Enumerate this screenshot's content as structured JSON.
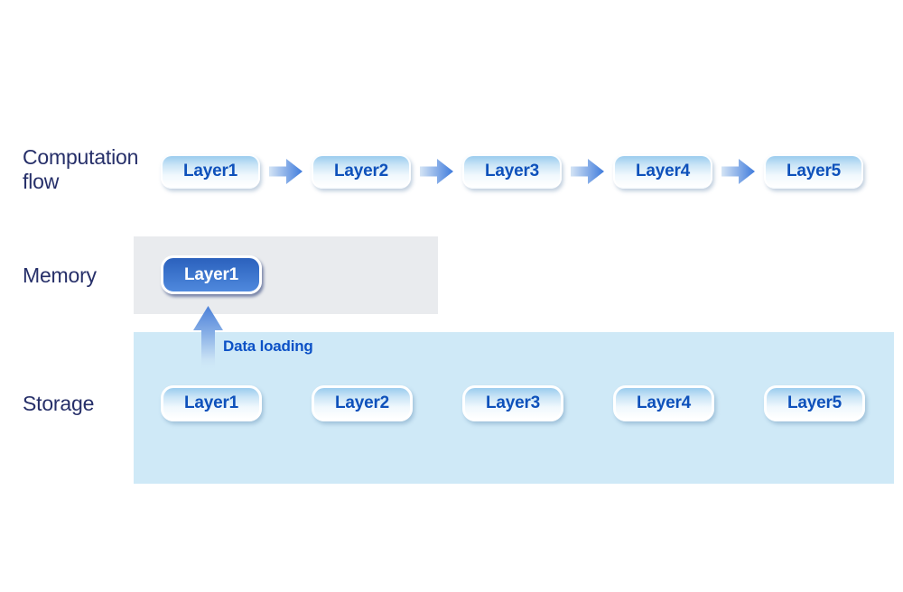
{
  "diagram": {
    "rows": {
      "computation": {
        "label": "Computation flow",
        "layers": [
          "Layer1",
          "Layer2",
          "Layer3",
          "Layer4",
          "Layer5"
        ]
      },
      "memory": {
        "label": "Memory",
        "layers": [
          "Layer1"
        ]
      },
      "storage": {
        "label": "Storage",
        "layers": [
          "Layer1",
          "Layer2",
          "Layer3",
          "Layer4",
          "Layer5"
        ]
      }
    },
    "annotations": {
      "data_loading": "Data loading"
    },
    "colors": {
      "label_navy": "#262f69",
      "layer_text_blue": "#0e51bb",
      "data_loading_blue": "#0c51c6",
      "memory_panel_bg": "#e9ebee",
      "storage_panel_bg": "#cfe9f7",
      "layer_box_gradient_top": "#9accee",
      "layer_box_gradient_bottom": "#ffffff",
      "memory_box_gradient_top": "#2b61bd",
      "memory_box_gradient_bottom": "#4f89dd",
      "arrow_gradient_light": "#d4e4f5",
      "arrow_gradient_dark": "#3f7bdc",
      "up_arrow_top": "#4b80d9",
      "up_arrow_bottom": "#cfe9f7"
    }
  }
}
